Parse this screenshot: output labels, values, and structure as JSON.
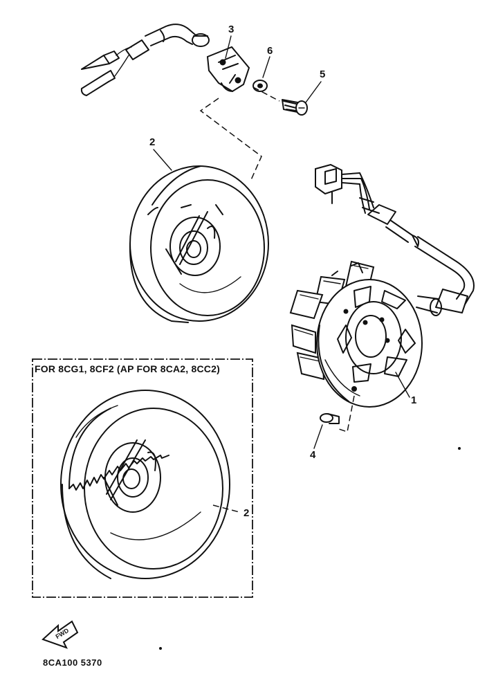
{
  "callouts": {
    "c1": "1",
    "c2a": "2",
    "c2b": "2",
    "c3": "3",
    "c4": "4",
    "c5": "5",
    "c6": "6"
  },
  "variant_box": {
    "label": "FOR 8CG1, 8CF2 (AP FOR 8CA2, 8CC2)"
  },
  "fwd_arrow": {
    "label": "FWD",
    "icon": "forward-arrow-icon"
  },
  "figure_code": "8CA100 5370"
}
